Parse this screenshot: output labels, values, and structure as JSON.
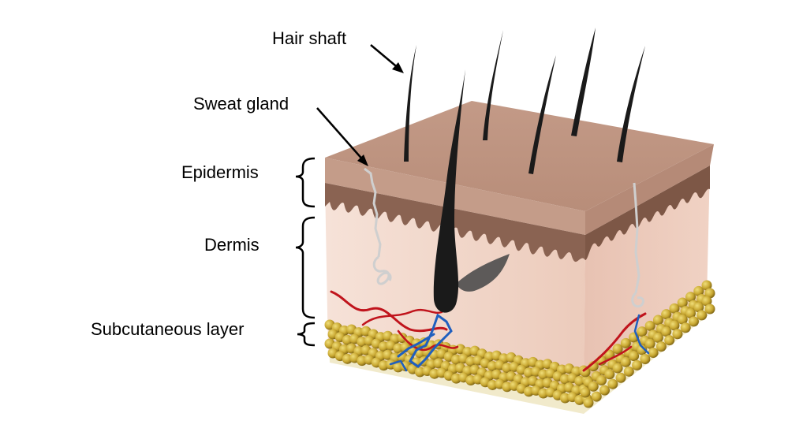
{
  "labels": {
    "hair_shaft": "Hair shaft",
    "sweat_gland": "Sweat gland",
    "epidermis": "Epidermis",
    "dermis": "Dermis",
    "subcutaneous": "Subcutaneous layer"
  },
  "colors": {
    "epidermis_top": "#c9a08c",
    "epidermis_band": "#8a6352",
    "dermis": "#f1d6c9",
    "fat": "#c9a832",
    "artery": "#c0141c",
    "vein": "#1f5fbf",
    "hair": "#1a1a1a",
    "gland": "#d6d6d6"
  }
}
